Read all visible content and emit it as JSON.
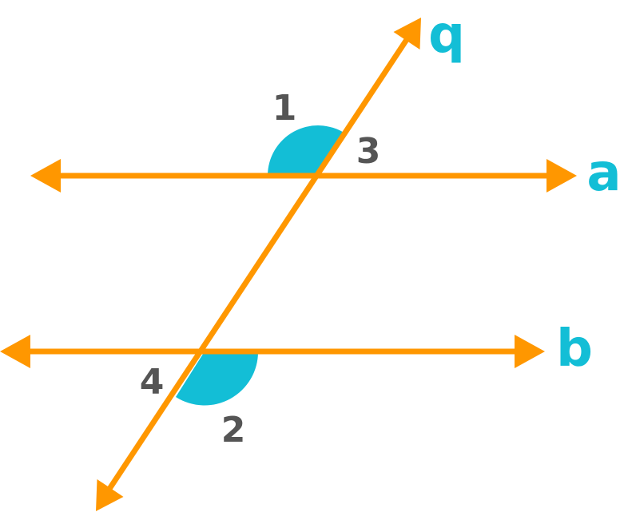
{
  "colors": {
    "line": "#FF9700",
    "angle_fill": "#13BED6",
    "line_label": "#13BED6",
    "angle_label": "#555555",
    "background": "#FFFFFF"
  },
  "lines": {
    "transversal": "q",
    "top": "a",
    "bottom": "b"
  },
  "angles": {
    "angle_1": "1",
    "angle_2": "2",
    "angle_3": "3",
    "angle_4": "4"
  },
  "shaded_angles": [
    "1",
    "2"
  ]
}
